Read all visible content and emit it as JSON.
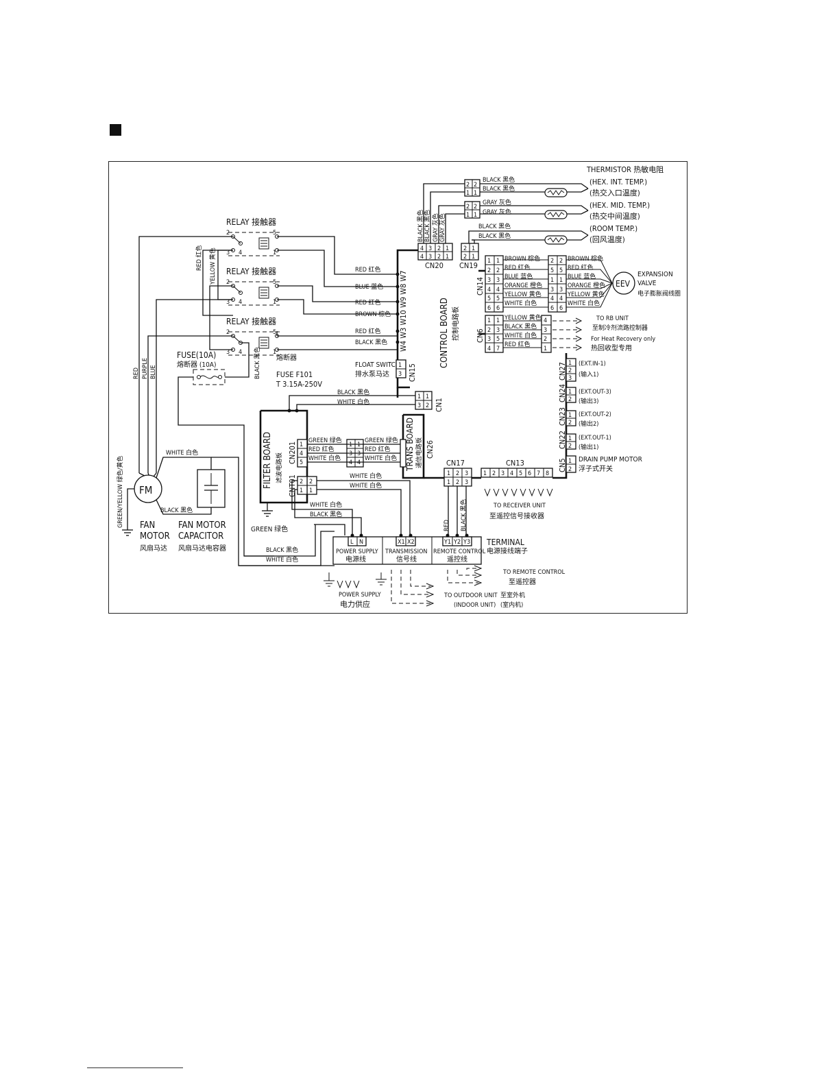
{
  "labels": {
    "thermistor": "THERMISTOR 热敏电阻",
    "hex_int": "(HEX. INT. TEMP.)",
    "hex_int_cn": "(热交入口温度)",
    "hex_mid": "(HEX. MID. TEMP.)",
    "hex_mid_cn": "(热交中间温度)",
    "room": "(ROOM TEMP.)",
    "room_cn": "(回风温度)",
    "relay": "RELAY 接触器",
    "fuse_10a": "FUSE(10A)",
    "fuse_10a_cn": "熔断器 (10A)",
    "fuse_cn": "熔断器",
    "fuse_f101": "FUSE F101",
    "fuse_rating": "T 3.15A-250V",
    "float_switch": "FLOAT SWITCH",
    "float_switch_cn": "排水泵马达",
    "control_board": "CONTROL BOARD",
    "control_board_cn": "控制电路板",
    "filter_board": "FILTER BOARD",
    "filter_board_cn": "滤波电路板",
    "trans_board": "TRANS BOARD",
    "trans_board_cn": "通信电路板",
    "eev": "EEV",
    "expansion_valve": "EXPANSION",
    "expansion_valve2": "VALVE",
    "expansion_valve_cn": "电子膨胀阀线圈",
    "to_rb": "TO RB UNIT",
    "to_rb_cn": "至制冷剂流路控制器",
    "heat_recovery": "For Heat Recovery only",
    "heat_recovery_cn": "热回收型专用",
    "ext_in1": "(EXT.IN-1)",
    "ext_in1_cn": "(输入1)",
    "ext_out3": "(EXT.OUT-3)",
    "ext_out3_cn": "(输出3)",
    "ext_out2": "(EXT.OUT-2)",
    "ext_out2_cn": "(输出2)",
    "ext_out1": "(EXT.OUT-1)",
    "ext_out1_cn": "(输出1)",
    "drain_pump": "DRAIN PUMP MOTOR",
    "drain_pump_cn": "浮子式开关",
    "to_receiver": "TO RECEIVER UNIT",
    "to_receiver_cn": "至遥控信号接收器",
    "fm": "FM",
    "fan_motor": "FAN",
    "fan_motor2": "MOTOR",
    "fan_motor_cn": "风扇马达",
    "fan_cap": "FAN MOTOR",
    "fan_cap2": "CAPACITOR",
    "fan_cap_cn": "风扇马达电容器",
    "terminal": "TERMINAL",
    "terminal_cn": "电源接线端子",
    "power_supply": "POWER SUPPLY",
    "power_supply_cn": "电源线",
    "transmission": "TRANSMISSION",
    "transmission_cn": "信号线",
    "remote_control": "REMOTE CONTROL",
    "remote_control_cn": "遥控线",
    "to_remote": "TO REMOTE CONTROL",
    "to_remote_cn": "至遥控器",
    "to_outdoor": "TO OUTDOOR UNIT",
    "to_indoor": "(INDOOR UNIT)",
    "to_outdoor_cn": "至室外机",
    "to_indoor_cn": "(室内机)",
    "power_supply2": "POWER SUPPLY",
    "power_supply2_cn": "电力供应",
    "green_yellow": "GREEN/YELLOW 绿色/黄色",
    "green": "GREEN 绿色"
  },
  "connectors": {
    "cn20": "CN20",
    "cn19": "CN19",
    "cn14": "CN14",
    "cn6": "CN6",
    "cn15": "CN15",
    "cn1": "CN1",
    "cn26": "CN26",
    "cn17": "CN17",
    "cn13": "CN13",
    "cn27": "CN27",
    "cn24": "CN24",
    "cn23": "CN23",
    "cn22": "CN22",
    "cn5": "CN5",
    "cn201": "CN201",
    "cnt01": "CNT01",
    "w_ports": "W4 W3 W10 W9 W8 W7"
  },
  "wires": {
    "black": "BLACK 黑色",
    "white": "WHITE 白色",
    "red": "RED 红色",
    "blue": "BLUE 蓝色",
    "brown": "BROWN 棕色",
    "gray": "GRAY 灰色",
    "green": "GREEN 绿色",
    "orange": "ORANGE 橙色",
    "yellow": "YELLOW 黄色",
    "red_cn": "RED 红色",
    "yellow_cn": "YELLOW 黄色",
    "black_v": "BLACK 黑色",
    "gray_v": "GRAY 灰色",
    "red_v": "RED",
    "purple_v": "PURPLE",
    "blue_v": "BLUE"
  },
  "terminal_pins": [
    "L",
    "N",
    "X1",
    "X2",
    "Y1",
    "Y2",
    "Y3"
  ]
}
